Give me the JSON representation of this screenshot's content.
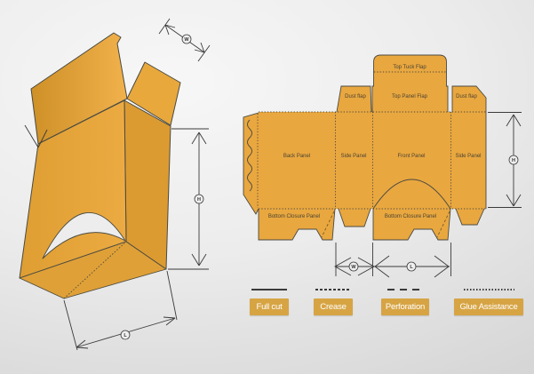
{
  "dieline": {
    "panels": {
      "top_tuck_flap": "Top Tuck Flap",
      "dust_flap_left": "Dust flap",
      "top_panel_flap": "Top Panel Flap",
      "dust_flap_right": "Dust flap",
      "back_panel": "Back Panel",
      "side_panel_left": "Side Panel",
      "front_panel": "Front Panel",
      "side_panel_right": "Side Panel",
      "bottom_closure_left": "Bottom Closure Panel",
      "bottom_closure_right": "Bottom Closure Panel"
    }
  },
  "dimensions": {
    "width": "W",
    "height": "H",
    "length": "L"
  },
  "legend": {
    "items": [
      {
        "label": "Full cut",
        "line_style": "solid"
      },
      {
        "label": "Crease",
        "line_style": "dotted"
      },
      {
        "label": "Perforation",
        "line_style": "dashed"
      },
      {
        "label": "Glue Assistance",
        "line_style": "fine-dotted"
      }
    ]
  },
  "colors": {
    "board": "#E9A73F",
    "board_dark": "#DC9B31",
    "board_light": "#F1B14C",
    "outline": "#4A4A42",
    "legend_button": "#D7A444",
    "background_light": "#F6F6F6",
    "background_dark": "#D6D6D6"
  }
}
